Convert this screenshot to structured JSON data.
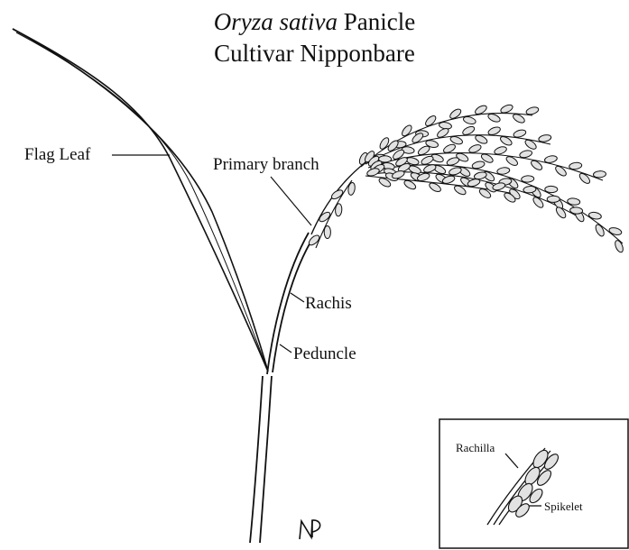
{
  "title": {
    "species": "Oryza sativa",
    "suffix": " Panicle",
    "line2": "Cultivar Nipponbare"
  },
  "labels": {
    "flag_leaf": "Flag Leaf",
    "primary_branch": "Primary branch",
    "rachis": "Rachis",
    "peduncle": "Peduncle"
  },
  "inset": {
    "rachilla": "Rachilla",
    "spikelet": "Spikelet"
  },
  "signature": "NP",
  "colors": {
    "ink": "#111111",
    "grain_fill": "#e2e2e2",
    "background": "#ffffff"
  }
}
